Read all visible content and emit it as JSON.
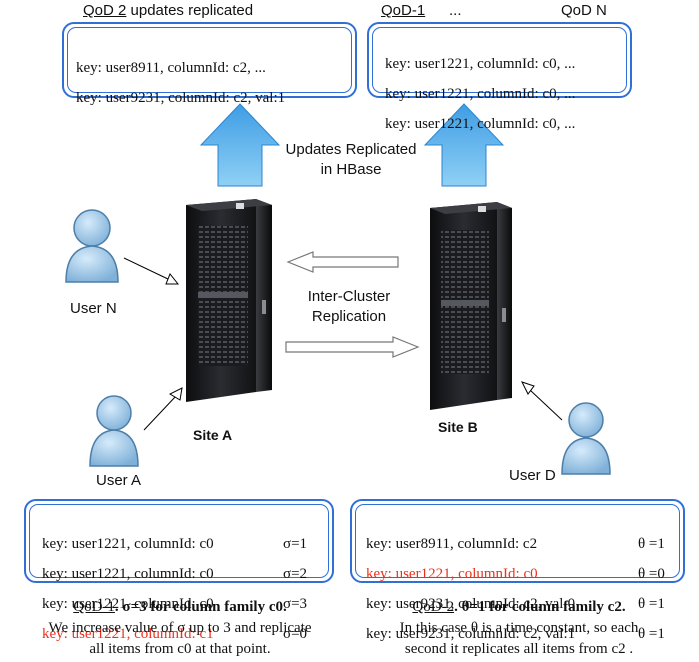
{
  "colors": {
    "box_border": "#2f6fd6",
    "highlight_red": "#e8311f",
    "arrow_fill": "#5ab0ea"
  },
  "top_left": {
    "header_link": "QoD 2",
    "header_rest": " updates replicated",
    "rows": [
      "key: user8911, columnId: c2, ...",
      "key: user9231, columnId: c2, val:1"
    ]
  },
  "top_right": {
    "header_a": "QoD-1",
    "header_b": "...",
    "header_c": "QoD N",
    "rows": [
      "key: user1221, columnId: c0, ...",
      "key: user1221, columnId: c0, ...",
      "key: user1221, columnId: c0, ..."
    ]
  },
  "center_label": {
    "line1": "Updates Replicated",
    "line2": "in HBase"
  },
  "inter_cluster": {
    "line1": "Inter-Cluster",
    "line2": "Replication"
  },
  "users": {
    "user_n": "User N",
    "user_a": "User A",
    "user_d": "User D"
  },
  "sites": {
    "site_a": "Site A",
    "site_b": "Site B"
  },
  "bottom_left": {
    "rows": [
      {
        "text": "key: user1221, columnId: c0",
        "sym": "σ=1",
        "red": false
      },
      {
        "text": "key: user1221, columnId: c0",
        "sym": "σ=2",
        "red": false
      },
      {
        "text": "key: user1221, columnId: c0",
        "sym": "σ=3",
        "red": false
      },
      {
        "text": "key: user1221, columnId: c1",
        "sym": "σ=0",
        "red": true
      }
    ],
    "caption_link": "QoD-1",
    "caption_bold": ". σ=3 for column family c0.",
    "caption_line2": "We increase value of σ up to 3 and replicate",
    "caption_line3": "all items from c0 at that point."
  },
  "bottom_right": {
    "rows": [
      {
        "text": "key: user8911, columnId: c2",
        "sym": "θ =1",
        "red": false
      },
      {
        "text": "key: user1221, columnId: c0",
        "sym": "θ =0",
        "red": true
      },
      {
        "text": "key: user9231, columnId: c2, val:0",
        "sym": "θ =1",
        "red": false
      },
      {
        "text": "key: user9231, columnId: c2, val:1",
        "sym": "θ =1",
        "red": false
      }
    ],
    "caption_link": "QoD-2",
    "caption_bold": ". θ=1 for column family c2.",
    "caption_line2": "In this case θ is a time constant, so each",
    "caption_line3": "second it replicates all items from c2 ."
  }
}
